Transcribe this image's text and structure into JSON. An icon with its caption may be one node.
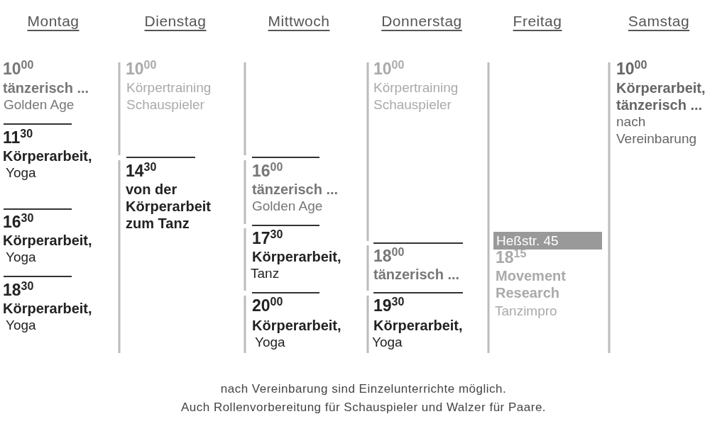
{
  "diagram": {
    "nodes": [
      {
        "text": [
          "Heßstr. 45"
        ]
      }
    ],
    "labels": [
      "Montag",
      "Dienstag",
      "Mittwoch",
      "Donnerstag",
      "Freitag",
      "Samstag",
      "10$^{00}$",
      "tänzerisch ...",
      "Golden Age",
      "11$^{30}$",
      "Körperarbeit,",
      "Yoga",
      "16$^{30}$",
      "Körperarbeit,",
      "Yoga",
      "18$^{30}$",
      "Körperarbeit,",
      "Yoga",
      "10$^{00}$",
      "Körpertraining Schauspieler",
      "14$^{30}$",
      "von der Körperarbeit zum Tanz",
      "16$^{00}$",
      "tänzerisch ...",
      "Golden Age",
      "17$^{30}$",
      "Körperarbeit,",
      "Tanz",
      "20$^{00}$",
      "Körperarbeit,",
      "Yoga",
      "10$^{00}$",
      "Körpertraining Schauspieler",
      "18$^{00}$",
      "tänzerisch ...",
      "19$^{30}$",
      "Körperarbeit,",
      "Yoga",
      "18$^{15}$",
      "Movement Research",
      "Tanzimpro",
      "10$^{00}$",
      "Körperarbeit, tänzerisch ...",
      "nach Vereinbarung",
      "nach Vereinbarung sind Einzelunterrichte möglich.",
      "Auch Rollenvorbereitung für Schauspieler und Walzer für Paare."
    ]
  }
}
